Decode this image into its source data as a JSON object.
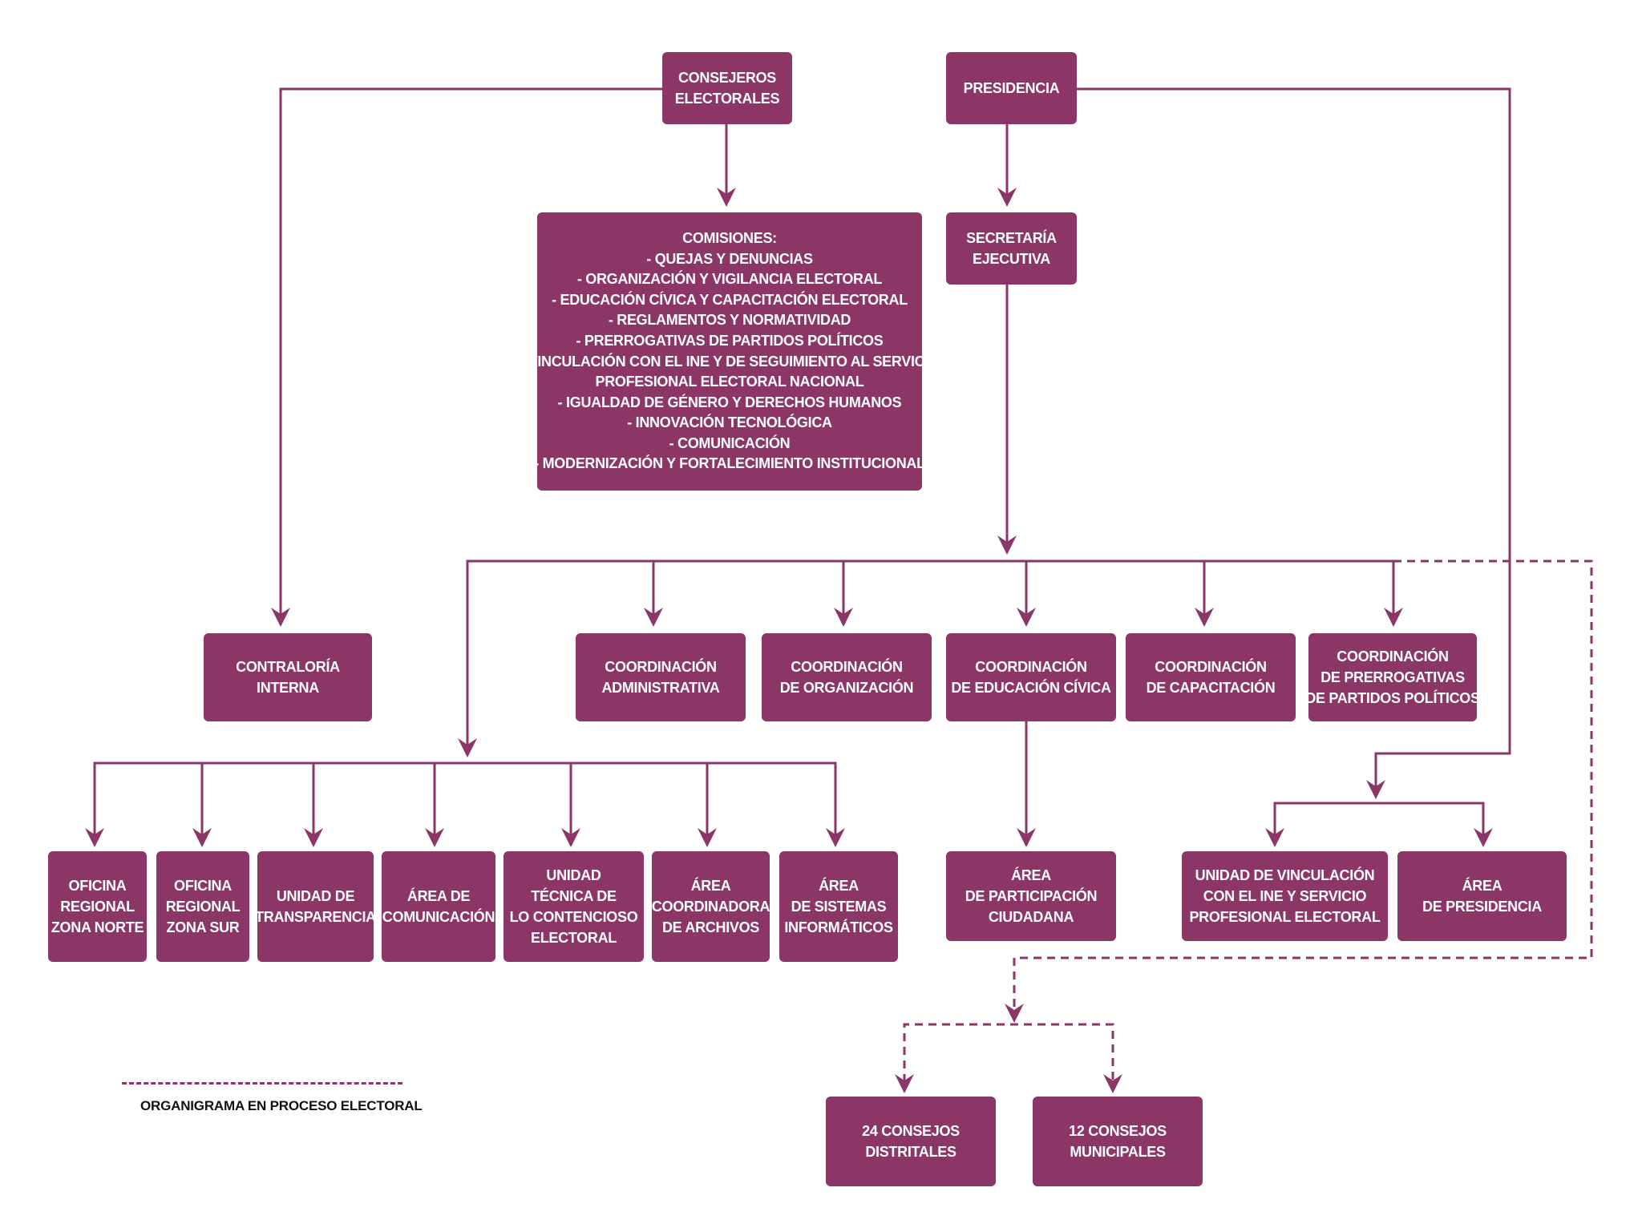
{
  "colors": {
    "box_fill": "#8b3666",
    "box_text": "#ffffff",
    "connector": "#8b3666",
    "legend_text": "#111111"
  },
  "nodes": {
    "consejeros": [
      "CONSEJEROS",
      "ELECTORALES"
    ],
    "presidencia": [
      "PRESIDENCIA"
    ],
    "comisiones": [
      "COMISIONES:",
      "- QUEJAS Y DENUNCIAS",
      "- ORGANIZACIÓN Y VIGILANCIA ELECTORAL",
      "- EDUCACIÓN CÍVICA Y CAPACITACIÓN ELECTORAL",
      "- REGLAMENTOS Y NORMATIVIDAD",
      "- PRERROGATIVAS DE PARTIDOS POLÍTICOS",
      "- VINCULACIÓN CON EL INE Y DE SEGUIMIENTO AL SERVICIO",
      "PROFESIONAL ELECTORAL NACIONAL",
      "- IGUALDAD DE GÉNERO Y DERECHOS HUMANOS",
      "- INNOVACIÓN TECNOLÓGICA",
      "- COMUNICACIÓN",
      "- MODERNIZACIÓN Y FORTALECIMIENTO INSTITUCIONAL"
    ],
    "secretaria": [
      "SECRETARÍA",
      "EJECUTIVA"
    ],
    "contraloria": [
      "CONTRALORÍA",
      "INTERNA"
    ],
    "coord_admin": [
      "COORDINACIÓN",
      "ADMINISTRATIVA"
    ],
    "coord_org": [
      "COORDINACIÓN",
      "DE ORGANIZACIÓN"
    ],
    "coord_edu": [
      "COORDINACIÓN",
      "DE EDUCACIÓN CÍVICA"
    ],
    "coord_cap": [
      "COORDINACIÓN",
      "DE CAPACITACIÓN"
    ],
    "coord_prerr": [
      "COORDINACIÓN",
      "DE PRERROGATIVAS",
      "DE PARTIDOS POLÍTICOS"
    ],
    "of_norte": [
      "OFICINA",
      "REGIONAL",
      "ZONA NORTE"
    ],
    "of_sur": [
      "OFICINA",
      "REGIONAL",
      "ZONA SUR"
    ],
    "u_transp": [
      "UNIDAD DE",
      "TRANSPARENCIA"
    ],
    "a_comun": [
      "ÁREA DE",
      "COMUNICACIÓN"
    ],
    "u_tecnica": [
      "UNIDAD",
      "TÉCNICA DE",
      "LO CONTENCIOSO",
      "ELECTORAL"
    ],
    "a_archivos": [
      "ÁREA",
      "COORDINADORA",
      "DE ARCHIVOS"
    ],
    "a_sistemas": [
      "ÁREA",
      "DE SISTEMAS",
      "INFORMÁTICOS"
    ],
    "a_particip": [
      "ÁREA",
      "DE PARTICIPACIÓN",
      "CIUDADANA"
    ],
    "u_vinc": [
      "UNIDAD DE VINCULACIÓN",
      "CON EL INE Y SERVICIO",
      "PROFESIONAL ELECTORAL"
    ],
    "a_presid": [
      "ÁREA",
      "DE PRESIDENCIA"
    ],
    "c_distritales": [
      "24 CONSEJOS",
      "DISTRITALES"
    ],
    "c_municipales": [
      "12 CONSEJOS",
      "MUNICIPALES"
    ]
  },
  "legend": {
    "label": "ORGANIGRAMA EN PROCESO ELECTORAL"
  }
}
